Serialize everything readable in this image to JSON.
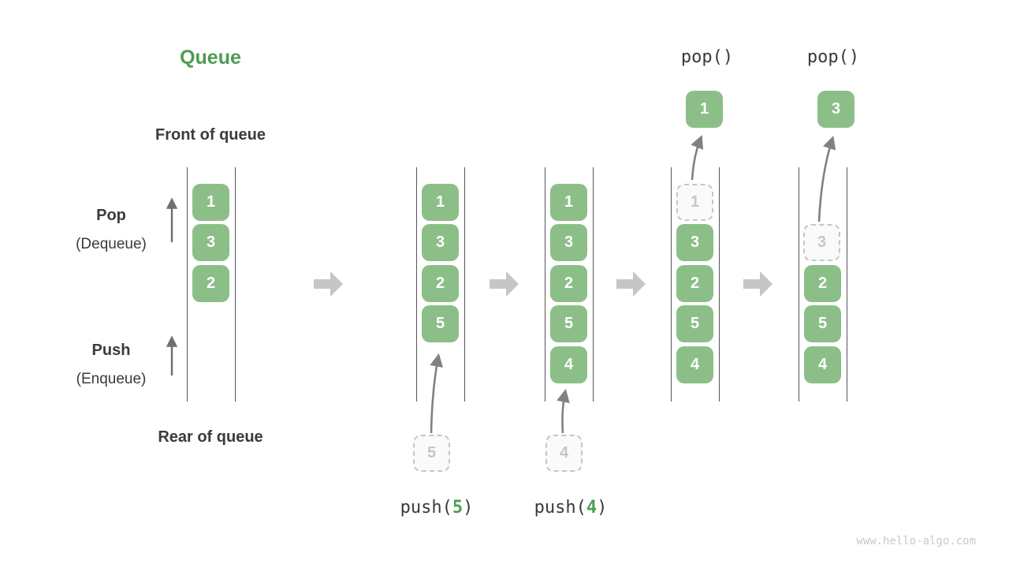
{
  "title": "Queue",
  "watermark": "www.hello-algo.com",
  "side": {
    "front_label": "Front of queue",
    "rear_label": "Rear of queue",
    "pop_label": "Pop",
    "pop_sublabel": "(Dequeue)",
    "push_label": "Push",
    "push_sublabel": "(Enqueue)"
  },
  "colors": {
    "accent_green": "#4e9c52",
    "box_green": "#8cbf88",
    "box_text": "#ffffff",
    "ghost_border": "#c6c6c6",
    "ghost_fill": "#fafafa",
    "ghost_text": "#c6c6c6",
    "column_line": "#555555",
    "block_arrow_gray": "#c6c6c6",
    "flow_arrow_gray": "#818181",
    "text_dark": "#3b3b3b",
    "watermark_gray": "#c9c9c9"
  },
  "stages": [
    {
      "boxes": [
        "1",
        "3",
        "2"
      ]
    },
    {
      "boxes": [
        "1",
        "3",
        "2",
        "5"
      ],
      "incoming_value": "5",
      "op_prefix": "push(",
      "op_arg": "5",
      "op_suffix": ")"
    },
    {
      "boxes": [
        "1",
        "3",
        "2",
        "5",
        "4"
      ],
      "incoming_value": "4",
      "op_prefix": "push(",
      "op_arg": "4",
      "op_suffix": ")"
    },
    {
      "ghost_value": "1",
      "boxes": [
        "3",
        "2",
        "5",
        "4"
      ],
      "popped_value": "1",
      "op_label": "pop()"
    },
    {
      "ghost_value": "3",
      "boxes": [
        "2",
        "5",
        "4"
      ],
      "popped_value": "3",
      "op_label": "pop()"
    }
  ]
}
